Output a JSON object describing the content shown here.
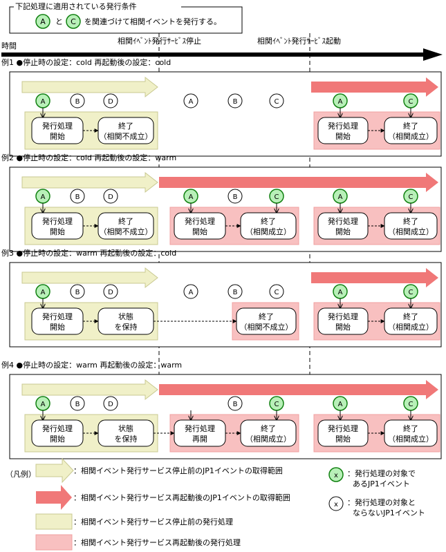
{
  "header": {
    "box_title": "下記処理に適用されている発行条件",
    "cond_event_1": "A",
    "cond_joiner": "と",
    "cond_event_2": "C",
    "cond_text": "を関連づけて相関イベントを発行する。"
  },
  "timeline": {
    "time_label": "時間",
    "stop_label": "相関ｲﾍﾞﾝﾄ発行ｻｰﾋﾞｽ停止",
    "restart_label": "相関ｲﾍﾞﾝﾄ発行ｻｰﾋﾞｽ起動"
  },
  "examples": [
    {
      "heading": "例1 ●停止時の設定：cold 再起動後の設定：cold",
      "pre_events": [
        "A",
        "B",
        "D"
      ],
      "mid_events": [
        "A",
        "B",
        "C"
      ],
      "post_events": [
        "A",
        "C"
      ],
      "pre_box_1": [
        "発行処理",
        "開始"
      ],
      "pre_box_2": [
        "終了",
        "（相関不成立）"
      ],
      "post_box_1": [
        "発行処理",
        "開始"
      ],
      "post_box_2": [
        "終了",
        "（相関成立）"
      ]
    },
    {
      "heading": "例2 ●停止時の設定：cold 再起動後の設定：warm",
      "pre_events": [
        "A",
        "B",
        "D"
      ],
      "mid_events": [
        "A",
        "B",
        "C"
      ],
      "post_events": [
        "A",
        "C"
      ],
      "pre_box_1": [
        "発行処理",
        "開始"
      ],
      "pre_box_2": [
        "終了",
        "（相関不成立）"
      ],
      "mid_box_1": [
        "発行処理",
        "開始"
      ],
      "mid_box_2": [
        "終了",
        "（相関成立）"
      ],
      "post_box_1": [
        "発行処理",
        "開始"
      ],
      "post_box_2": [
        "終了",
        "（相関成立）"
      ]
    },
    {
      "heading": "例3 ●停止時の設定：warm 再起動後の設定：cold",
      "pre_events": [
        "A",
        "B",
        "D"
      ],
      "mid_events": [
        "A",
        "B",
        "C"
      ],
      "post_events": [
        "A",
        "C"
      ],
      "pre_box_1": [
        "発行処理",
        "開始"
      ],
      "pre_box_2": [
        "状態",
        "を保持"
      ],
      "mid_box_2": [
        "終了",
        "（相関不成立）"
      ],
      "post_box_1": [
        "発行処理",
        "開始"
      ],
      "post_box_2": [
        "終了",
        "（相関成立）"
      ]
    },
    {
      "heading": "例4 ●停止時の設定：warm 再起動後の設定：warm",
      "pre_events": [
        "A",
        "B",
        "D"
      ],
      "mid_events": [
        "B",
        "C"
      ],
      "post_events": [
        "A",
        "C"
      ],
      "pre_box_1": [
        "発行処理",
        "開始"
      ],
      "pre_box_2": [
        "状態",
        "を保持"
      ],
      "mid_box_1": [
        "発行処理",
        "再開"
      ],
      "mid_box_2": [
        "終了",
        "（相関成立）"
      ],
      "post_box_1": [
        "発行処理",
        "開始"
      ],
      "post_box_2": [
        "終了",
        "（相関成立）"
      ]
    }
  ],
  "legend": {
    "title": "（凡例）",
    "items": [
      "：相関イベント発行サービス停止前のJP1イベントの取得範囲",
      "：相関イベント発行サービス再起動後のJP1イベントの取得範囲",
      "：相関イベント発行サービス停止前の発行処理",
      "：相関イベント発行サービス再起動後の発行処理"
    ],
    "target_symbol": "x",
    "target_lines": [
      "：発行処理の対象で",
      "あるJP1イベント"
    ],
    "nontarget_symbol": "x",
    "nontarget_lines": [
      "：発行処理の対象と",
      "ならないJP1イベント"
    ]
  },
  "colors": {
    "yellow_fill": "#f0f0c8",
    "yellow_stroke": "#c8c890",
    "pink_fill": "#f8c0c0",
    "pink_stroke": "#f0a0a0",
    "red_arrow": "#f07878",
    "green_fill": "#b8f0b8",
    "green_stroke": "#108010"
  }
}
